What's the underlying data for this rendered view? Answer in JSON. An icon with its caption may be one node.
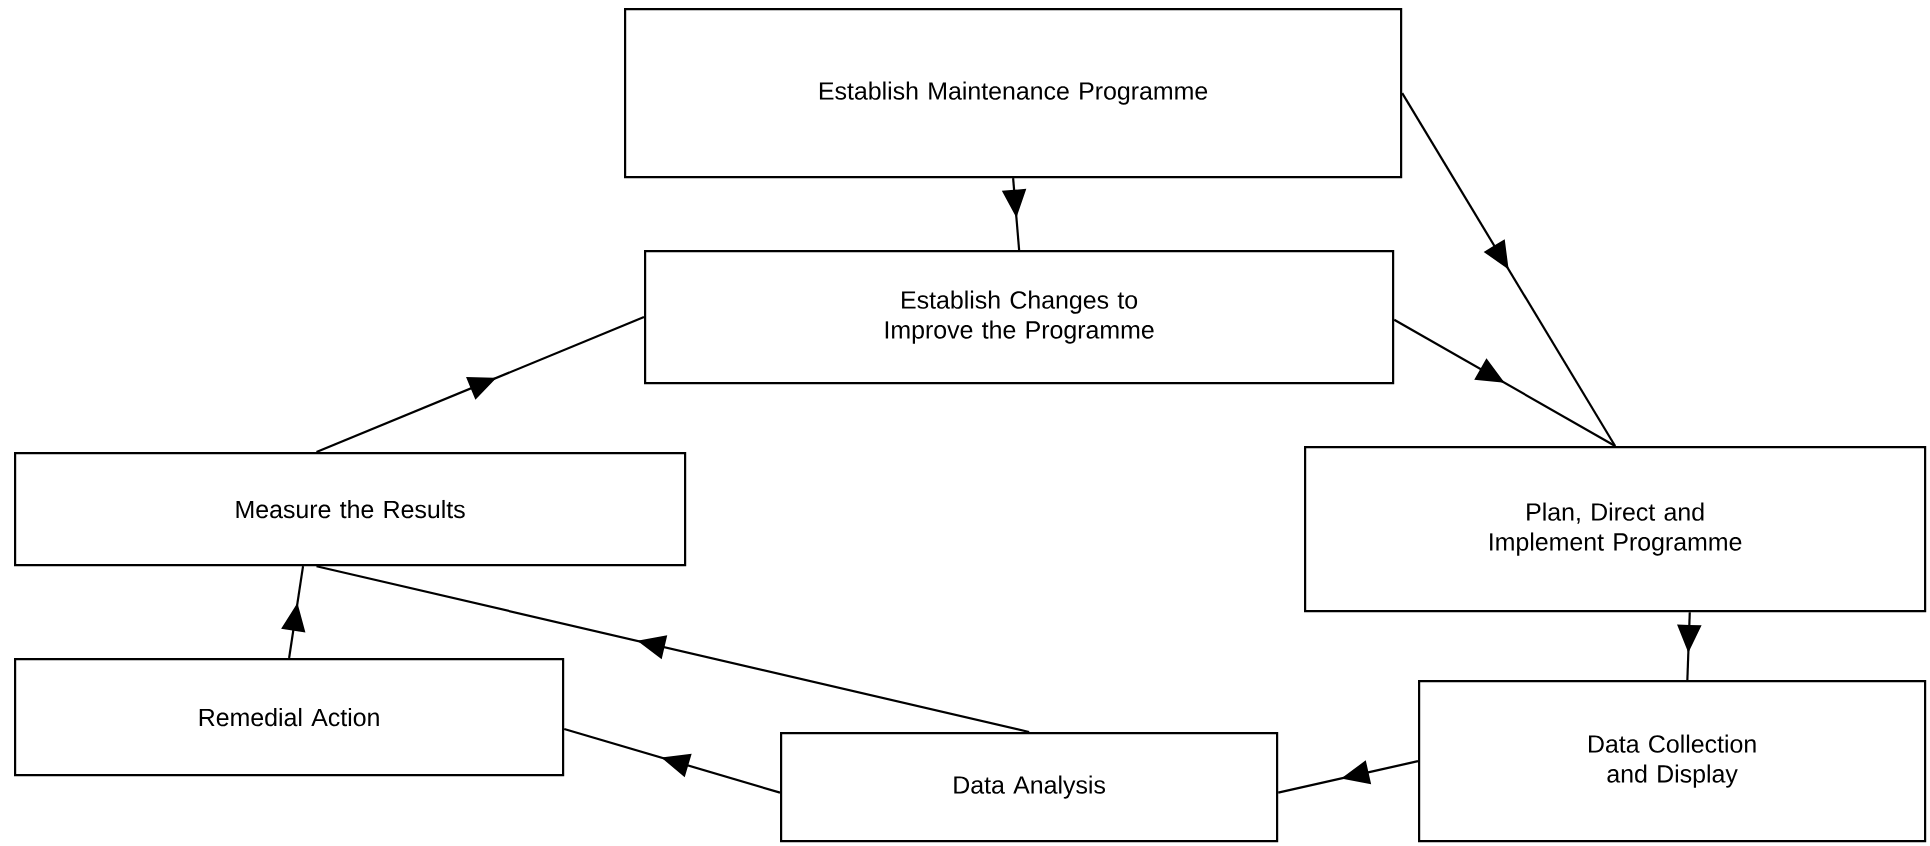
{
  "diagram": {
    "nodes": [
      {
        "text": [
          "Establish Maintenance Programme"
        ]
      },
      {
        "text": [
          "Establish Changes to Improve the Programme"
        ]
      },
      {
        "text": [
          "Measure the Results"
        ]
      },
      {
        "text": [
          "Plan, Direct and Implement Programme"
        ]
      },
      {
        "text": [
          "Data Collection and Display"
        ]
      },
      {
        "text": [
          "Remedial Action"
        ]
      },
      {
        "text": [
          "Data Analysis"
        ]
      }
    ],
    "edges": [
      {
        "from": 0,
        "to": 1,
        "arrow": "to"
      },
      {
        "from": 0,
        "to": 3,
        "arrow": "to"
      },
      {
        "from": 1,
        "to": 3,
        "arrow": "to"
      },
      {
        "from": 3,
        "to": 4,
        "arrow": "to"
      },
      {
        "from": 4,
        "to": 6,
        "arrow": "to"
      },
      {
        "from": 6,
        "to": 2,
        "arrow": "to"
      },
      {
        "from": 6,
        "to": 5,
        "arrow": "to"
      },
      {
        "from": 5,
        "to": 2,
        "arrow": "to"
      },
      {
        "from": 2,
        "to": 1,
        "arrow": "to"
      }
    ]
  }
}
